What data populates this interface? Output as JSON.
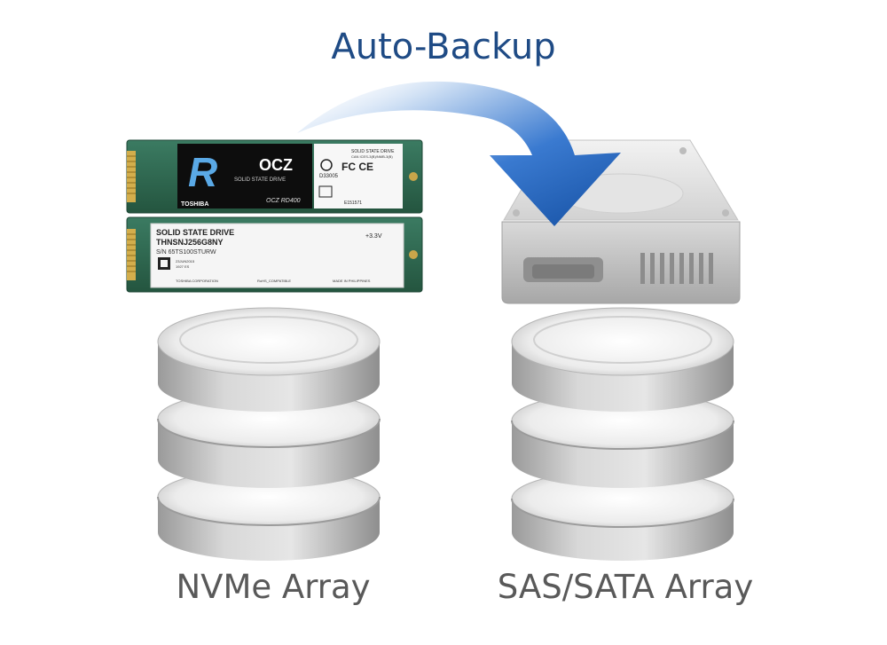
{
  "title": "Auto-Backup",
  "left_label": "NVMe Array",
  "right_label": "SAS/SATA Array",
  "ssd_top": {
    "brand_letter": "R",
    "brand": "OCZ",
    "subtitle": "SOLID STATE DRIVE",
    "model": "OCZ RD400",
    "maker": "TOSHIBA",
    "cert_header": "SOLID STATE DRIVE",
    "cert_text": "CAN ICES-3(B)/NMB-3(B)",
    "cert_code": "D33005",
    "cert_marks": "FC  CE",
    "cert_id": "E151571"
  },
  "ssd_bottom": {
    "line1": "SOLID STATE DRIVE",
    "line2": "THNSNJ256G8NY",
    "line3": "S/N 65TS100STURW",
    "voltage": "+3.3V",
    "date": "23JUN2015",
    "lot": "1927 ES",
    "footer_left": "TOSHIBA CORPORATION",
    "footer_mid": "RoHS_COMPATIBLE",
    "footer_right": "MADE IN PHILIPPINES"
  },
  "colors": {
    "title": "#1f4b85",
    "label": "#595959",
    "arrow": "#1d62b5",
    "disk_light": "#eeeeee",
    "disk_dark": "#a9a9a9",
    "pcb": "#2e6b55"
  }
}
